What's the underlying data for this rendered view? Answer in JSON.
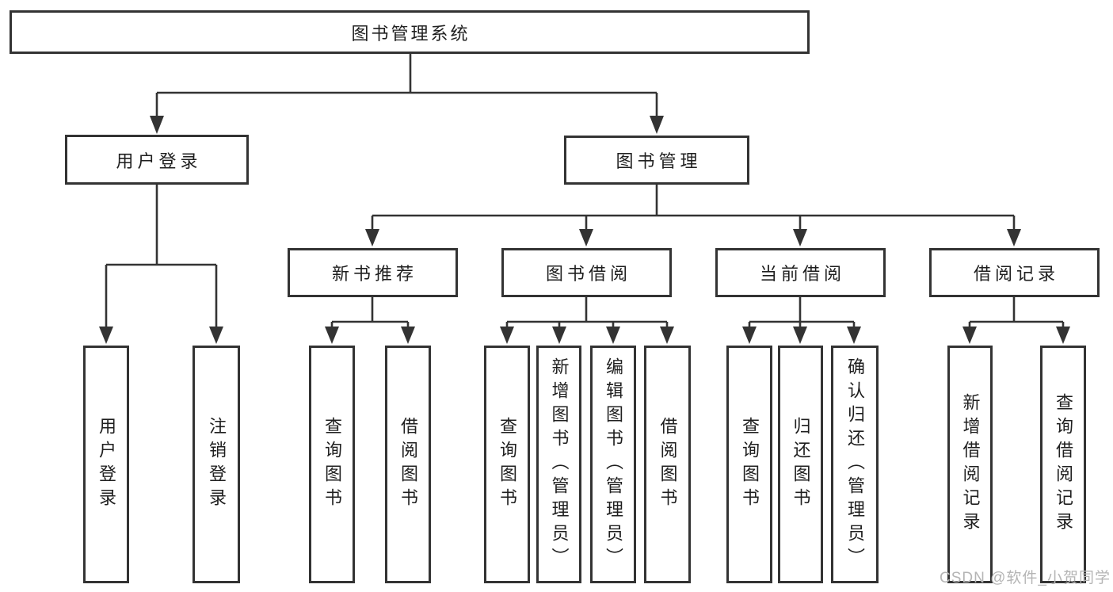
{
  "colors": {
    "line": "#333333",
    "text": "#1f1f1f",
    "background": "#ffffff",
    "watermark": "#b5b5b5"
  },
  "watermark": "CSDN @软件_小贺同学",
  "tree": {
    "root": {
      "label": "图书管理系统",
      "children": [
        {
          "label": "用户登录",
          "children": [
            {
              "label": "用户登录"
            },
            {
              "label": "注销登录"
            }
          ]
        },
        {
          "label": "图书管理",
          "children": [
            {
              "label": "新书推荐",
              "children": [
                {
                  "label": "查询图书"
                },
                {
                  "label": "借阅图书"
                }
              ]
            },
            {
              "label": "图书借阅",
              "children": [
                {
                  "label": "查询图书"
                },
                {
                  "label": "新增图书（管理员）"
                },
                {
                  "label": "编辑图书（管理员）"
                },
                {
                  "label": "借阅图书"
                }
              ]
            },
            {
              "label": "当前借阅",
              "children": [
                {
                  "label": "查询图书"
                },
                {
                  "label": "归还图书"
                },
                {
                  "label": "确认归还（管理员）"
                }
              ]
            },
            {
              "label": "借阅记录",
              "children": [
                {
                  "label": "新增借阅记录"
                },
                {
                  "label": "查询借阅记录"
                }
              ]
            }
          ]
        }
      ]
    }
  }
}
